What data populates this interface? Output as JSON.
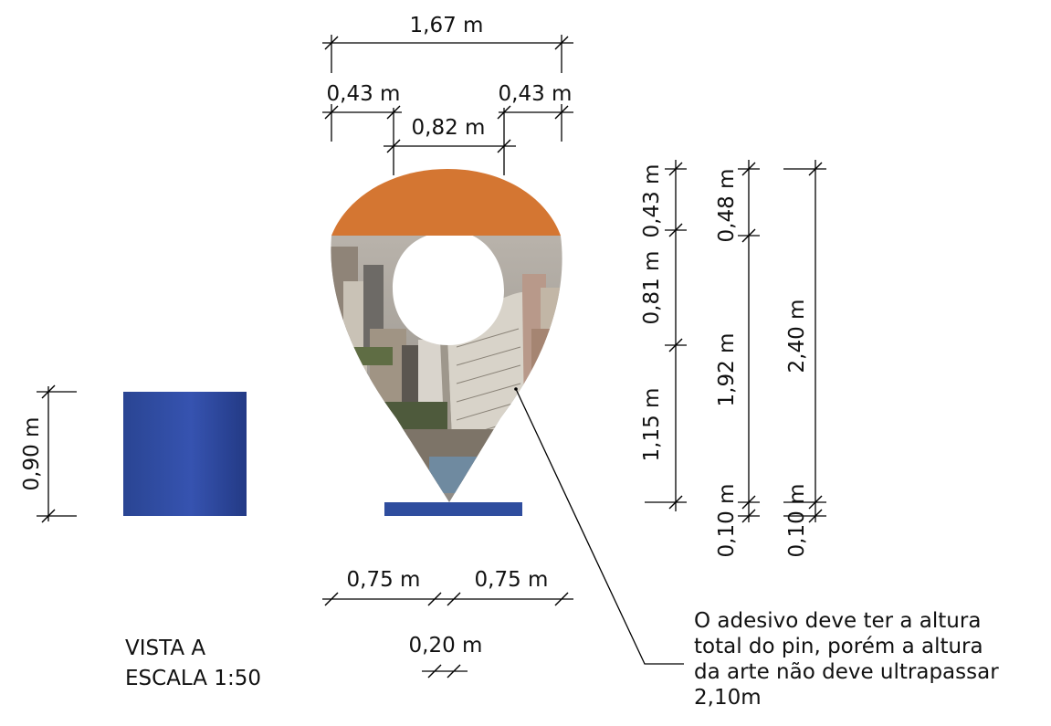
{
  "dimensions": {
    "top_total_width": "1,67 m",
    "top_left_margin": "0,43 m",
    "top_right_margin": "0,43 m",
    "hole_width": "0,82 m",
    "cube_height": "0,90 m",
    "base_left_half": "0,75 m",
    "base_right_half": "0,75 m",
    "pin_tip_width": "0,20 m",
    "col1_top_cap": "0,43 m",
    "col1_hole": "0,81 m",
    "col1_lower": "1,15 m",
    "col2_top_cap": "0,48 m",
    "col2_body": "1,92 m",
    "col2_base": "0,10 m",
    "col3_total": "2,40 m",
    "col3_base": "0,10 m"
  },
  "note_lines": [
    "O adesivo deve ter a altura",
    "total do pin, porém a altura",
    "da arte não deve ultrapassar",
    "2,10m"
  ],
  "view_title": {
    "line1": "VISTA A",
    "line2": "ESCALA 1:50"
  },
  "colors": {
    "cap_orange": "#d47632",
    "base_blue": "#2f4d9e",
    "cube_blue": "#2f4aa0"
  },
  "icons": {
    "pin_art": "city-skyline-photo"
  }
}
